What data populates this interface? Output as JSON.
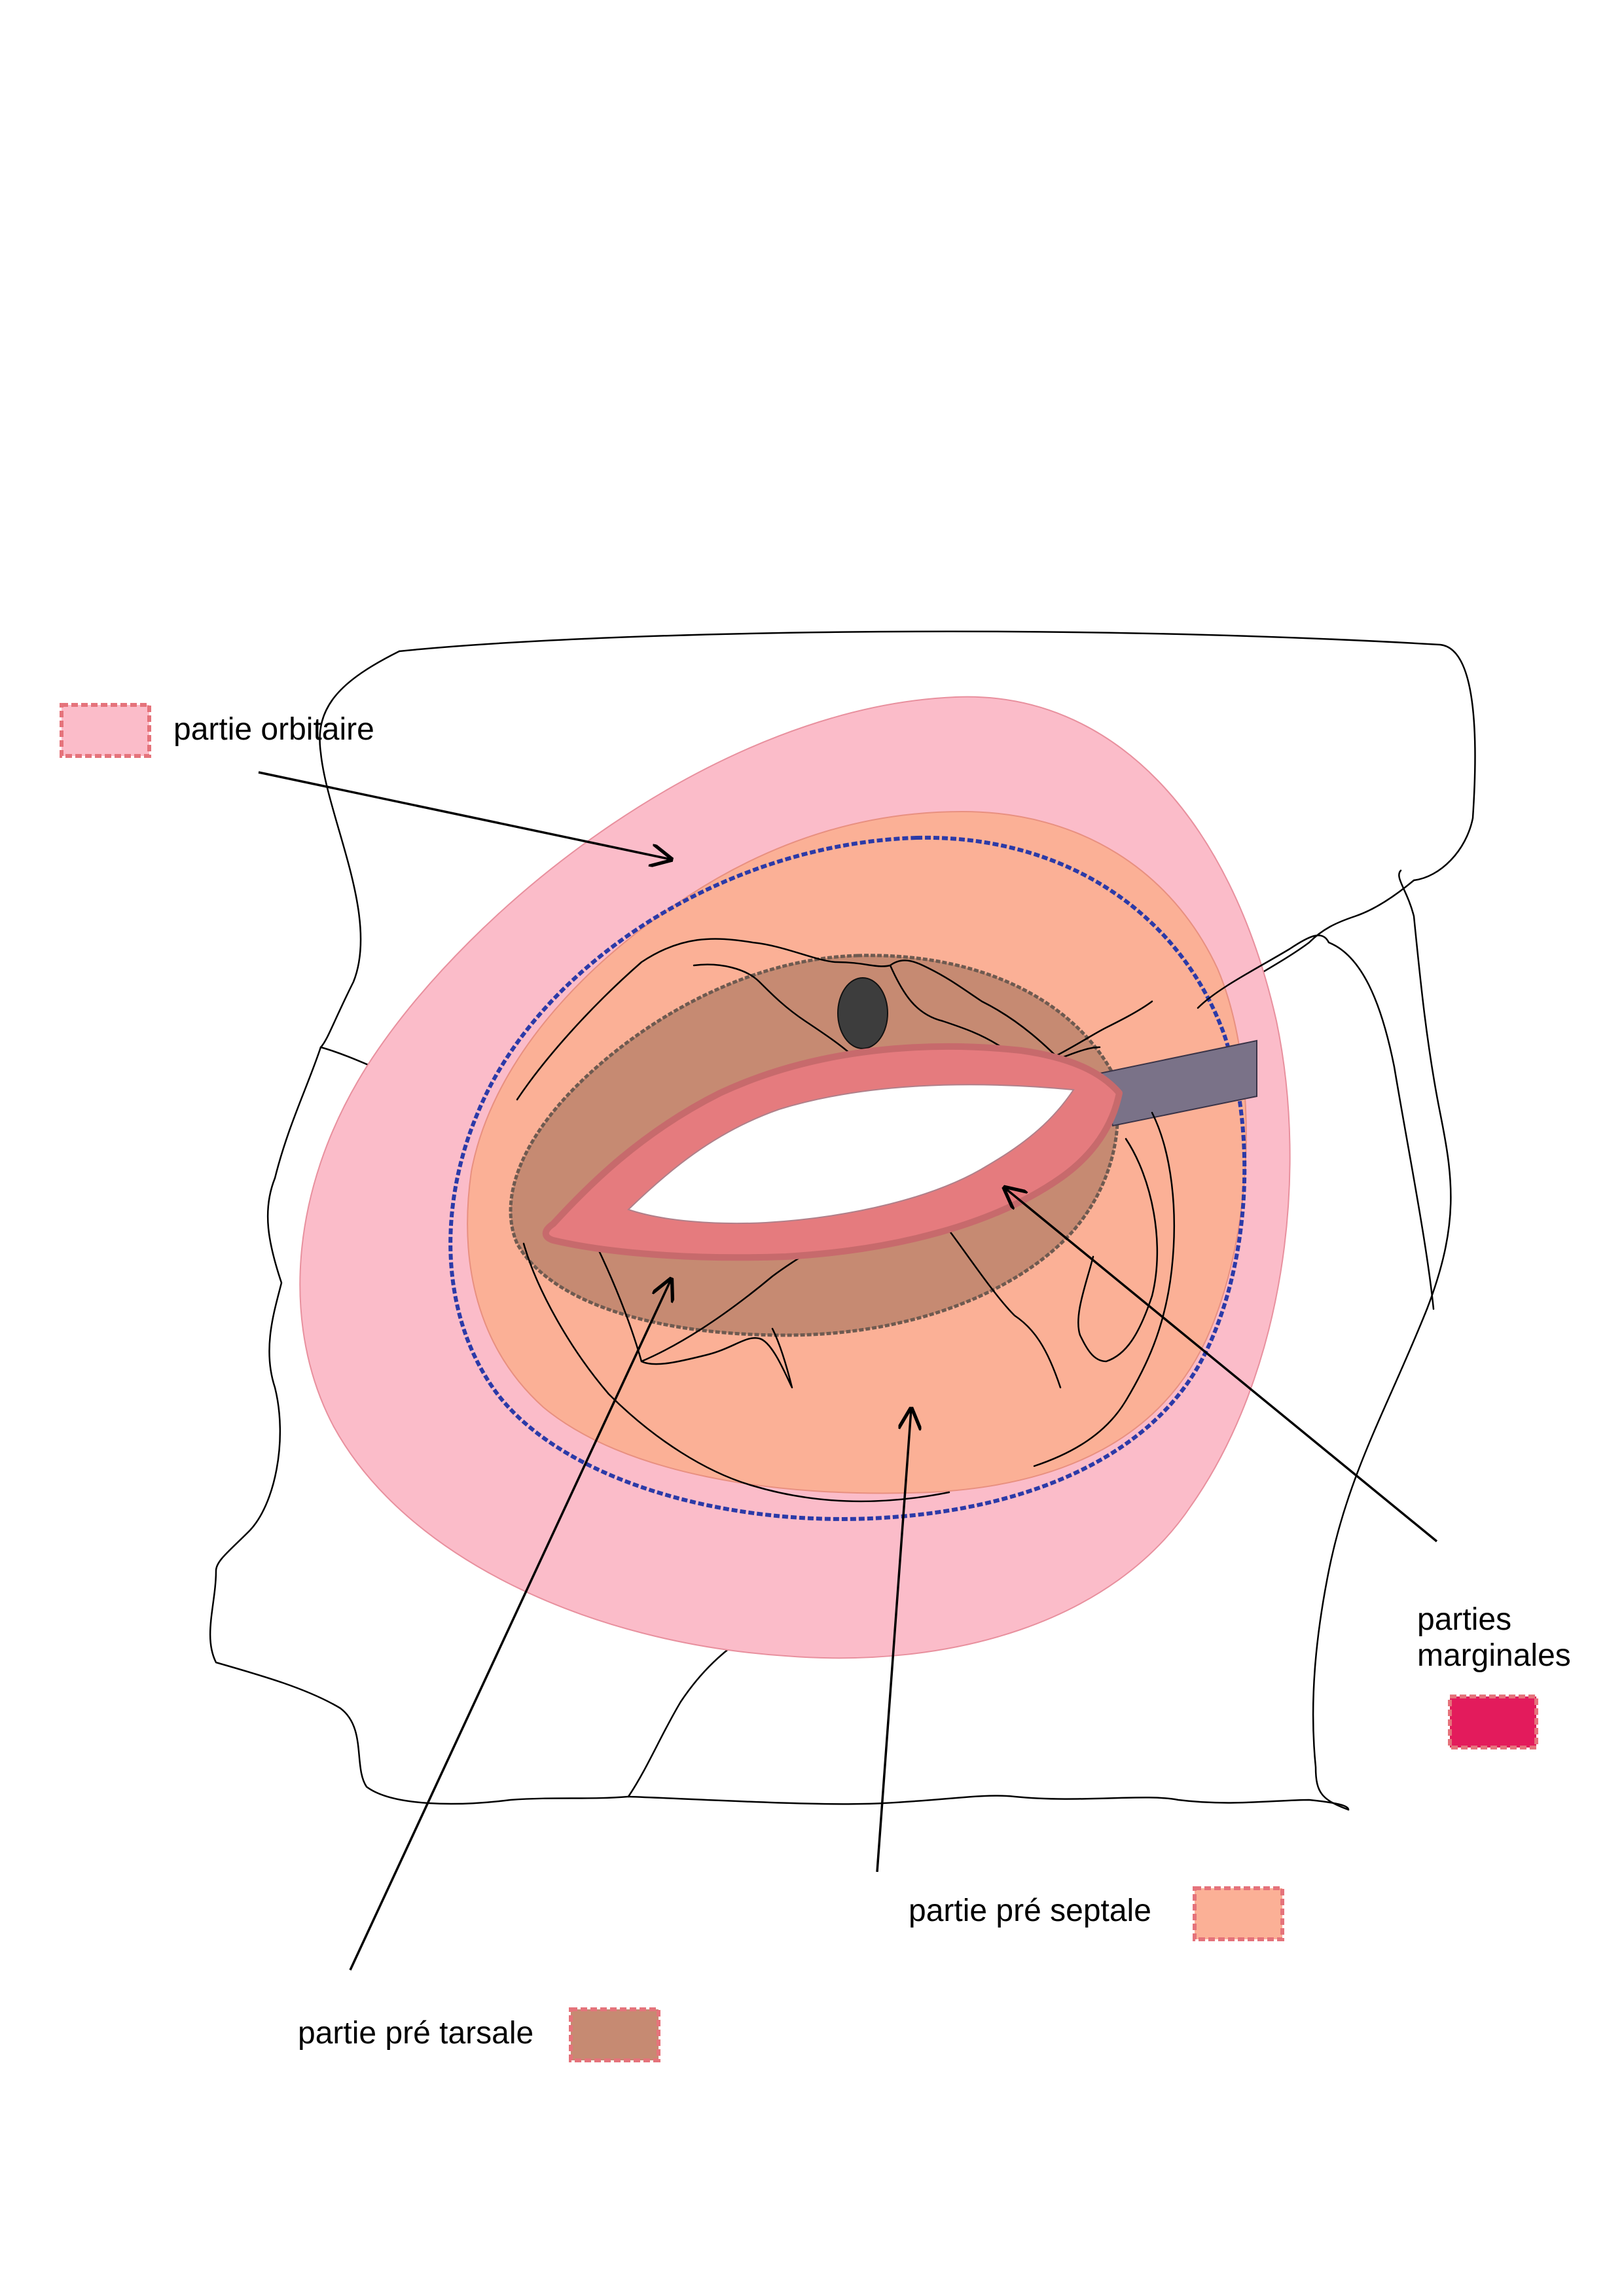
{
  "legend": [
    {
      "key": "orbitaire",
      "label": "partie orbitaire",
      "color": "#fbbcc9"
    },
    {
      "key": "marginales",
      "label_line1": "parties",
      "label_line2": "marginales",
      "color": "#e31b5c"
    },
    {
      "key": "septale",
      "label": "partie pré septale",
      "color": "#fbb096"
    },
    {
      "key": "tarsale",
      "label": "partie pré tarsale",
      "color": "#c68a72"
    }
  ],
  "colors": {
    "swatch_border": "#e5737b",
    "orbital_zone": "#fbbcc9",
    "preseptal_zone": "#fbb096",
    "pretarsal_zone": "#c68a72",
    "marginal_zone": "#e57b7e",
    "septum_line": "#2b3aa8",
    "tendon": "#7a7288",
    "pupil_mark": "#3d3d3d"
  }
}
